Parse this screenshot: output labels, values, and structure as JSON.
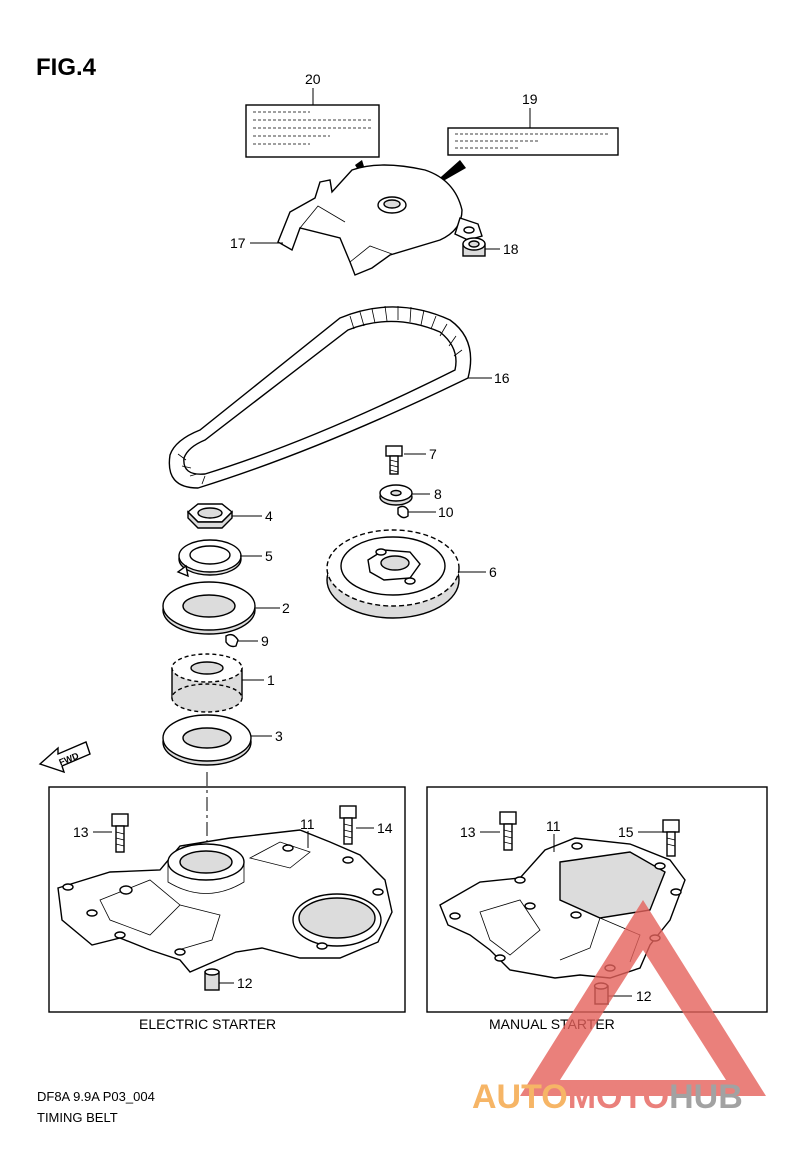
{
  "figure": {
    "title": "FIG.4"
  },
  "callouts": {
    "n1": "1",
    "n2": "2",
    "n3": "3",
    "n4": "4",
    "n5": "5",
    "n6": "6",
    "n7": "7",
    "n8": "8",
    "n9": "9",
    "n10": "10",
    "n11a": "11",
    "n11b": "11",
    "n12a": "12",
    "n12b": "12",
    "n13a": "13",
    "n13b": "13",
    "n14": "14",
    "n15": "15",
    "n16": "16",
    "n17": "17",
    "n18": "18",
    "n19": "19",
    "n20": "20"
  },
  "panels": {
    "electric": "ELECTRIC STARTER",
    "manual": "MANUAL STARTER"
  },
  "arrow": {
    "label": "FWD"
  },
  "footer": {
    "code": "DF8A 9.9A P03_004",
    "name": "TIMING BELT"
  },
  "watermark": {
    "part1": "AUTO",
    "part2": "MOTO",
    "part3": "HUB",
    "colors": {
      "auto": "#f4a340",
      "moto": "#e5615b",
      "hub": "#8c8c8c"
    }
  }
}
